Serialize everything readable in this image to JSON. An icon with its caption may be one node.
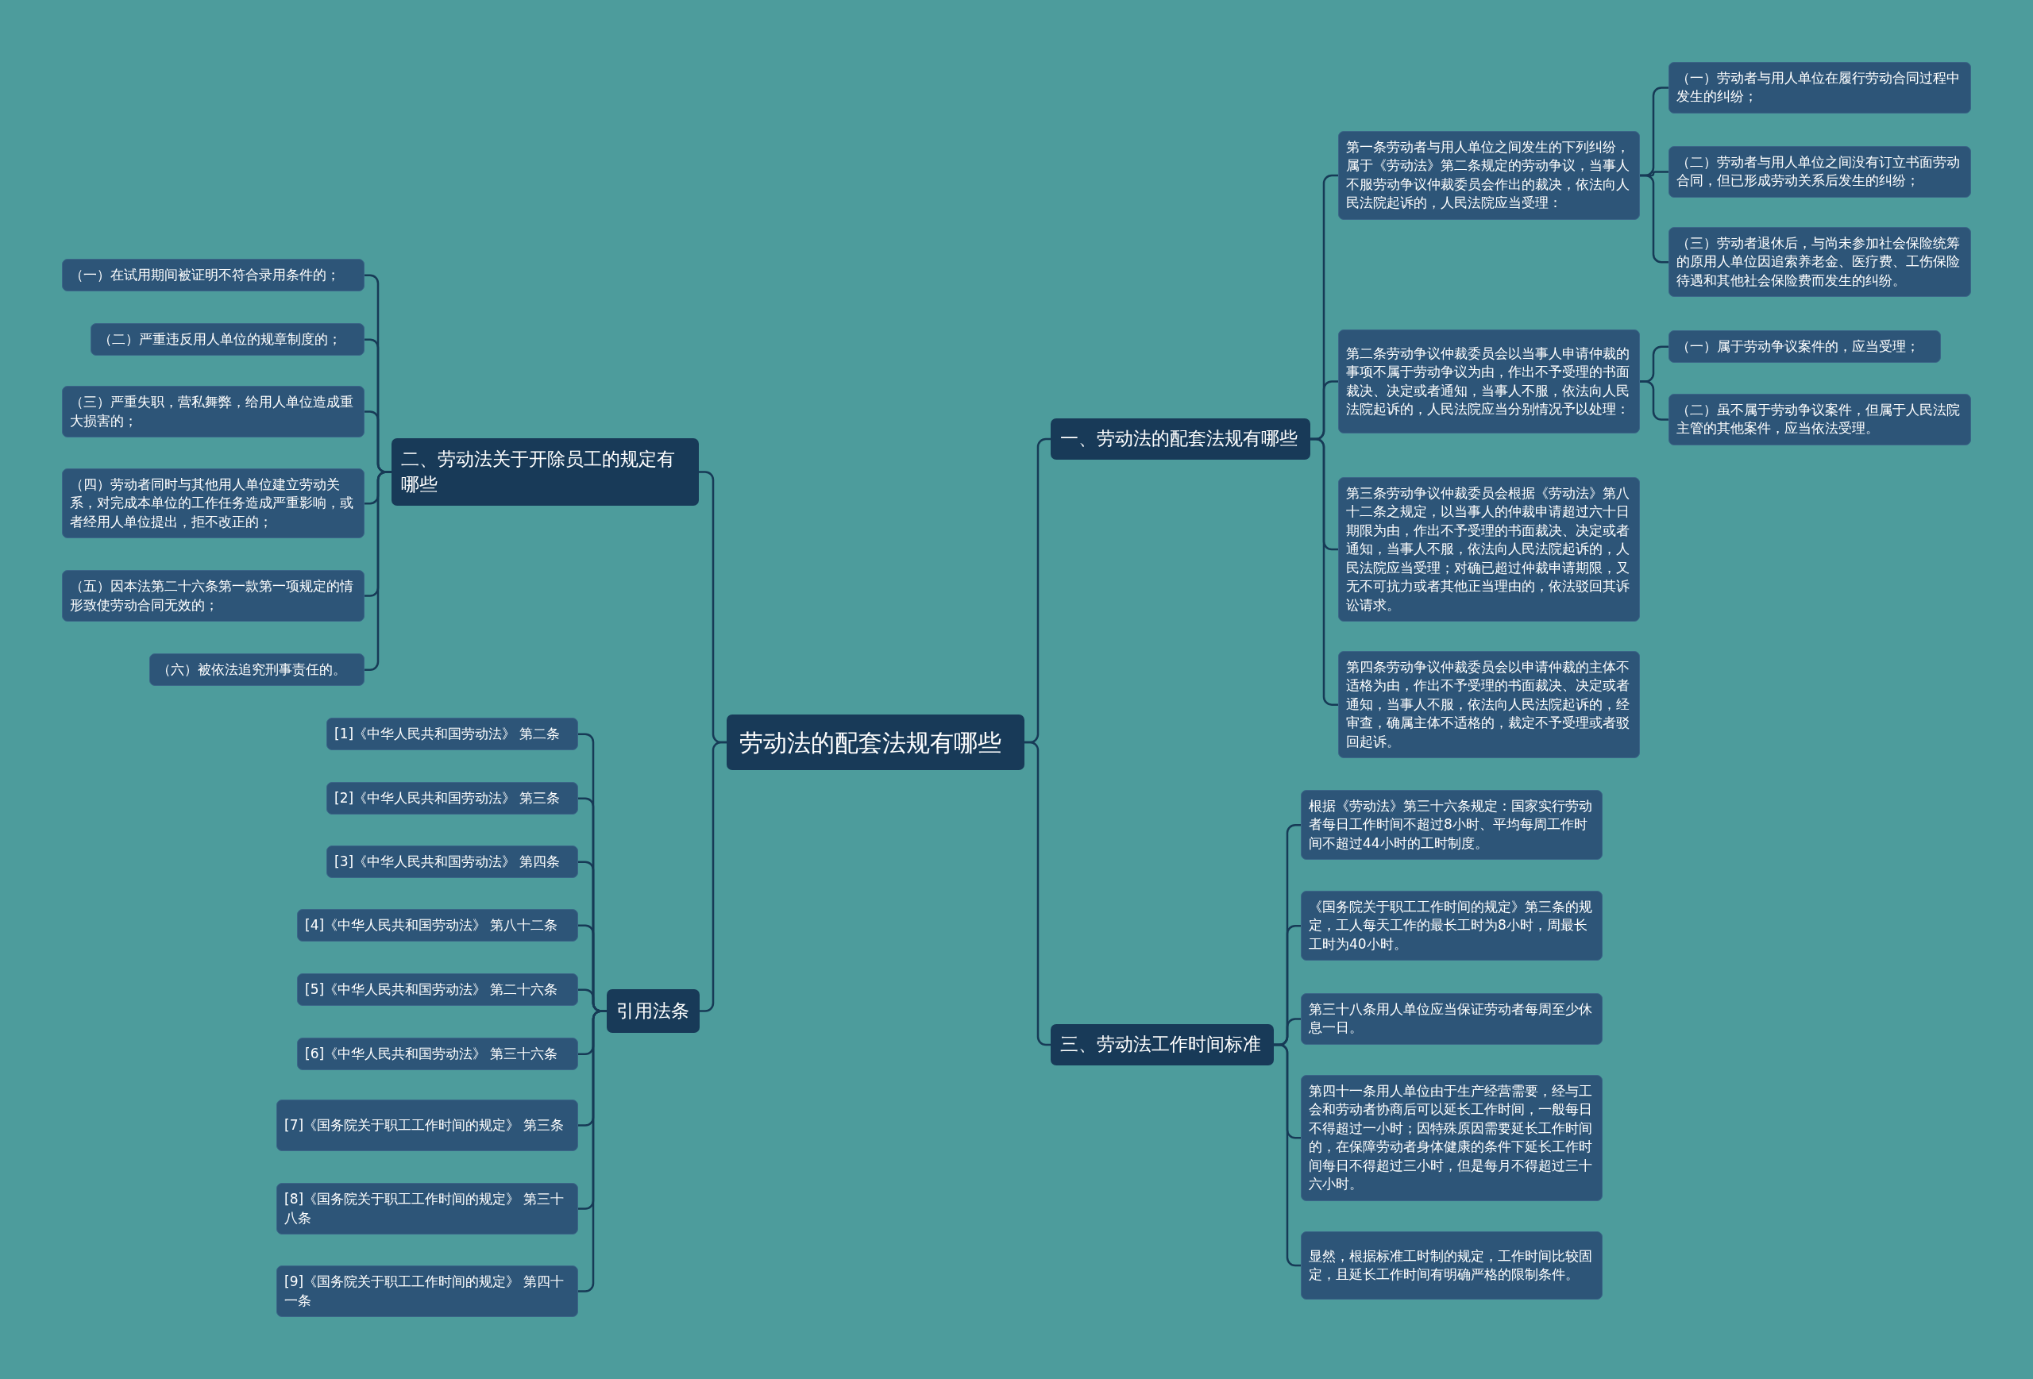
{
  "diagram": {
    "nodes": [
      {
        "text": [
          "劳动法的配套法规有哪些"
        ]
      },
      {
        "text": [
          "一、劳动法的配套法规有哪些"
        ]
      },
      {
        "text": [
          "第一条劳动者与用人单位之间发生的下列纠纷，属于《劳动法》第二条规定的劳动争议，当事人不服劳动争议仲裁委员会作出的裁决，依法向人民法院起诉的，人民法院应当受理："
        ]
      },
      {
        "text": [
          "（一）劳动者与用人单位在履行劳动合同过程中发生的纠纷；"
        ]
      },
      {
        "text": [
          "（二）劳动者与用人单位之间没有订立书面劳动合同，但已形成劳动关系后发生的纠纷；"
        ]
      },
      {
        "text": [
          "（三）劳动者退休后，与尚未参加社会保险统筹的原用人单位因追索养老金、医疗费、工伤保险待遇和其他社会保险费而发生的纠纷。"
        ]
      },
      {
        "text": [
          "第二条劳动争议仲裁委员会以当事人申请仲裁的事项不属于劳动争议为由，作出不予受理的书面裁决、决定或者通知，当事人不服，依法向人民法院起诉的，人民法院应当分别情况予以处理："
        ]
      },
      {
        "text": [
          "（一）属于劳动争议案件的，应当受理；"
        ]
      },
      {
        "text": [
          "（二）虽不属于劳动争议案件，但属于人民法院主管的其他案件，应当依法受理。"
        ]
      },
      {
        "text": [
          "第三条劳动争议仲裁委员会根据《劳动法》第八十二条之规定，以当事人的仲裁申请超过六十日期限为由，作出不予受理的书面裁决、决定或者通知，当事人不服，依法向人民法院起诉的，人民法院应当受理；对确已超过仲裁申请期限，又无不可抗力或者其他正当理由的，依法驳回其诉讼请求。"
        ]
      },
      {
        "text": [
          "第四条劳动争议仲裁委员会以申请仲裁的主体不适格为由，作出不予受理的书面裁决、决定或者通知，当事人不服，依法向人民法院起诉的，经审查，确属主体不适格的，裁定不予受理或者驳回起诉。"
        ]
      },
      {
        "text": [
          "三、劳动法工作时间标准"
        ]
      },
      {
        "text": [
          "根据《劳动法》第三十六条规定：国家实行劳动者每日工作时间不超过8小时、平均每周工作时间不超过44小时的工时制度。"
        ]
      },
      {
        "text": [
          "《国务院关于职工工作时间的规定》第三条的规定，工人每天工作的最长工时为8小时，周最长工时为40小时。"
        ]
      },
      {
        "text": [
          "第三十八条用人单位应当保证劳动者每周至少休息一日。"
        ]
      },
      {
        "text": [
          "第四十一条用人单位由于生产经营需要，经与工会和劳动者协商后可以延长工作时间，一般每日不得超过一小时；因特殊原因需要延长工作时间的，在保障劳动者身体健康的条件下延长工作时间每日不得超过三小时，但是每月不得超过三十六小时。"
        ]
      },
      {
        "text": [
          "显然，根据标准工时制的规定，工作时间比较固定，且延长工作时间有明确严格的限制条件。"
        ]
      },
      {
        "text": [
          "二、劳动法关于开除员工的规定有哪些"
        ]
      },
      {
        "text": [
          "（一）在试用期间被证明不符合录用条件的；"
        ]
      },
      {
        "text": [
          "（二）严重违反用人单位的规章制度的；"
        ]
      },
      {
        "text": [
          "（三）严重失职，营私舞弊，给用人单位造成重大损害的；"
        ]
      },
      {
        "text": [
          "（四）劳动者同时与其他用人单位建立劳动关系，对完成本单位的工作任务造成严重影响，或者经用人单位提出，拒不改正的；"
        ]
      },
      {
        "text": [
          "（五）因本法第二十六条第一款第一项规定的情形致使劳动合同无效的；"
        ]
      },
      {
        "text": [
          "（六）被依法追究刑事责任的。"
        ]
      },
      {
        "text": [
          "引用法条"
        ]
      },
      {
        "text": [
          "[1]《中华人民共和国劳动法》 第二条"
        ]
      },
      {
        "text": [
          "[2]《中华人民共和国劳动法》 第三条"
        ]
      },
      {
        "text": [
          "[3]《中华人民共和国劳动法》 第四条"
        ]
      },
      {
        "text": [
          "[4]《中华人民共和国劳动法》 第八十二条"
        ]
      },
      {
        "text": [
          "[5]《中华人民共和国劳动法》 第二十六条"
        ]
      },
      {
        "text": [
          "[6]《中华人民共和国劳动法》 第三十六条"
        ]
      },
      {
        "text": [
          "[7]《国务院关于职工工作时间的规定》 第三条"
        ]
      },
      {
        "text": [
          "[8]《国务院关于职工工作时间的规定》 第三十八条"
        ]
      },
      {
        "text": [
          "[9]《国务院关于职工工作时间的规定》 第四十一条"
        ]
      }
    ],
    "edges": [
      {
        "from": 0,
        "to": 1,
        "arrow": "none"
      },
      {
        "from": 1,
        "to": 2,
        "arrow": "none"
      },
      {
        "from": 2,
        "to": 3,
        "arrow": "none"
      },
      {
        "from": 2,
        "to": 4,
        "arrow": "none"
      },
      {
        "from": 2,
        "to": 5,
        "arrow": "none"
      },
      {
        "from": 1,
        "to": 6,
        "arrow": "none"
      },
      {
        "from": 6,
        "to": 7,
        "arrow": "none"
      },
      {
        "from": 6,
        "to": 8,
        "arrow": "none"
      },
      {
        "from": 1,
        "to": 9,
        "arrow": "none"
      },
      {
        "from": 1,
        "to": 10,
        "arrow": "none"
      },
      {
        "from": 0,
        "to": 11,
        "arrow": "none"
      },
      {
        "from": 11,
        "to": 12,
        "arrow": "none"
      },
      {
        "from": 11,
        "to": 13,
        "arrow": "none"
      },
      {
        "from": 11,
        "to": 14,
        "arrow": "none"
      },
      {
        "from": 11,
        "to": 15,
        "arrow": "none"
      },
      {
        "from": 11,
        "to": 16,
        "arrow": "none"
      },
      {
        "from": 0,
        "to": 17,
        "arrow": "none"
      },
      {
        "from": 17,
        "to": 18,
        "arrow": "none"
      },
      {
        "from": 17,
        "to": 19,
        "arrow": "none"
      },
      {
        "from": 17,
        "to": 20,
        "arrow": "none"
      },
      {
        "from": 17,
        "to": 21,
        "arrow": "none"
      },
      {
        "from": 17,
        "to": 22,
        "arrow": "none"
      },
      {
        "from": 17,
        "to": 23,
        "arrow": "none"
      },
      {
        "from": 0,
        "to": 24,
        "arrow": "none"
      },
      {
        "from": 24,
        "to": 25,
        "arrow": "none"
      },
      {
        "from": 24,
        "to": 26,
        "arrow": "none"
      },
      {
        "from": 24,
        "to": 27,
        "arrow": "none"
      },
      {
        "from": 24,
        "to": 28,
        "arrow": "none"
      },
      {
        "from": 24,
        "to": 29,
        "arrow": "none"
      },
      {
        "from": 24,
        "to": 30,
        "arrow": "none"
      },
      {
        "from": 24,
        "to": 31,
        "arrow": "none"
      },
      {
        "from": 24,
        "to": 32,
        "arrow": "none"
      },
      {
        "from": 24,
        "to": 33,
        "arrow": "none"
      }
    ]
  }
}
